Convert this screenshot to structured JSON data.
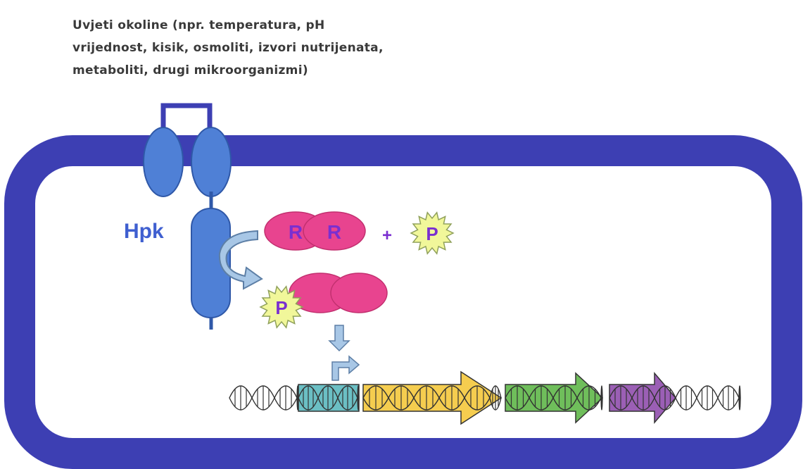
{
  "environment_text": {
    "line1": "Uvjeti okoline (npr. temperatura, pH",
    "line2": "vrijednost, kisik, osmoliti, izvori nutrijenata,",
    "line3": "metaboliti, drugi mikroorganizmi)"
  },
  "labels": {
    "hpk": "Hpk",
    "regulator": "R",
    "phosphate": "P",
    "plus": "+"
  },
  "colors": {
    "membrane": "#3d3fb3",
    "kinase": "#4f80d6",
    "regulator": "#e8448f",
    "phosphate": "#f1f79a",
    "gene_teal": "#6bbfc4",
    "gene_yellow": "#f5cd4f",
    "gene_green": "#6fbe5b",
    "gene_purple": "#9b5fb5",
    "arrow_blue": "#a8c7e6"
  }
}
